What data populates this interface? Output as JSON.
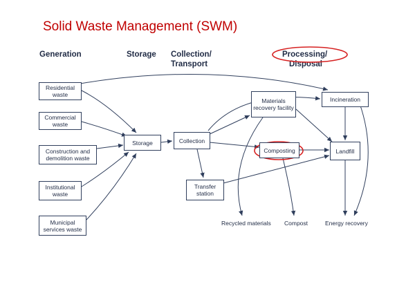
{
  "title": "Solid Waste Management (SWM)",
  "headers": {
    "generation": "Generation",
    "storage": "Storage",
    "collection_line1": "Collection/",
    "collection_line2": "Transport",
    "processing_line1": "Processing/",
    "processing_line2": "Disposal"
  },
  "sources": {
    "residential": "Residential waste",
    "commercial": "Commercial waste",
    "construction": "Construction and demolition waste",
    "institutional": "Institutional waste",
    "municipal": "Municipal services waste"
  },
  "nodes": {
    "storage": "Storage",
    "collection": "Collection",
    "transfer": "Transfer station",
    "mrf": "Materials recovery facility",
    "composting": "Composting",
    "incineration": "Incineration",
    "landfill": "Landfill"
  },
  "outputs": {
    "recycled": "Recycled materials",
    "compost": "Compost",
    "energy": "Energy recovery"
  },
  "colors": {
    "title": "#c00000",
    "highlight": "#d62020",
    "line": "#2f3e5c"
  }
}
